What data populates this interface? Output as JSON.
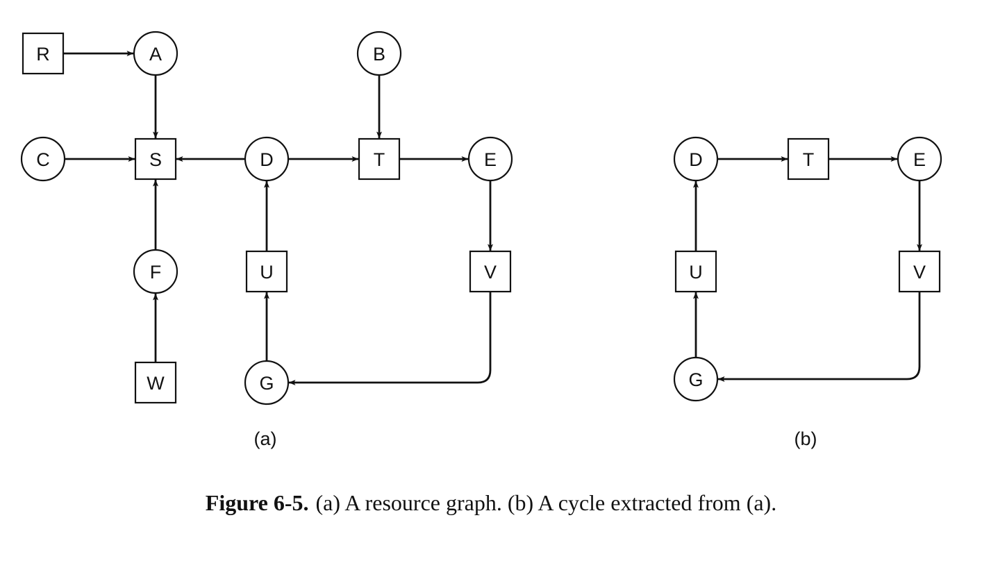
{
  "caption": {
    "label": "Figure 6-5.",
    "text": "(a) A resource graph. (b) A cycle extracted from (a)."
  },
  "panels": [
    {
      "id": "a",
      "sublabel": "(a)",
      "nodes": [
        {
          "id": "R",
          "label": "R",
          "kind": "resource"
        },
        {
          "id": "A",
          "label": "A",
          "kind": "process"
        },
        {
          "id": "B",
          "label": "B",
          "kind": "process"
        },
        {
          "id": "C",
          "label": "C",
          "kind": "process"
        },
        {
          "id": "S",
          "label": "S",
          "kind": "resource"
        },
        {
          "id": "D",
          "label": "D",
          "kind": "process"
        },
        {
          "id": "T",
          "label": "T",
          "kind": "resource"
        },
        {
          "id": "E",
          "label": "E",
          "kind": "process"
        },
        {
          "id": "F",
          "label": "F",
          "kind": "process"
        },
        {
          "id": "U",
          "label": "U",
          "kind": "resource"
        },
        {
          "id": "V",
          "label": "V",
          "kind": "resource"
        },
        {
          "id": "W",
          "label": "W",
          "kind": "resource"
        },
        {
          "id": "G",
          "label": "G",
          "kind": "process"
        }
      ],
      "edges": [
        {
          "from": "R",
          "to": "A"
        },
        {
          "from": "A",
          "to": "S"
        },
        {
          "from": "C",
          "to": "S"
        },
        {
          "from": "D",
          "to": "S"
        },
        {
          "from": "F",
          "to": "S"
        },
        {
          "from": "W",
          "to": "F"
        },
        {
          "from": "B",
          "to": "T"
        },
        {
          "from": "D",
          "to": "T"
        },
        {
          "from": "T",
          "to": "E"
        },
        {
          "from": "E",
          "to": "V"
        },
        {
          "from": "V",
          "to": "G"
        },
        {
          "from": "G",
          "to": "U"
        },
        {
          "from": "U",
          "to": "D"
        }
      ]
    },
    {
      "id": "b",
      "sublabel": "(b)",
      "nodes": [
        {
          "id": "D",
          "label": "D",
          "kind": "process"
        },
        {
          "id": "T",
          "label": "T",
          "kind": "resource"
        },
        {
          "id": "E",
          "label": "E",
          "kind": "process"
        },
        {
          "id": "U",
          "label": "U",
          "kind": "resource"
        },
        {
          "id": "V",
          "label": "V",
          "kind": "resource"
        },
        {
          "id": "G",
          "label": "G",
          "kind": "process"
        }
      ],
      "edges": [
        {
          "from": "D",
          "to": "T"
        },
        {
          "from": "T",
          "to": "E"
        },
        {
          "from": "E",
          "to": "V"
        },
        {
          "from": "V",
          "to": "G"
        },
        {
          "from": "G",
          "to": "U"
        },
        {
          "from": "U",
          "to": "D"
        }
      ]
    }
  ]
}
